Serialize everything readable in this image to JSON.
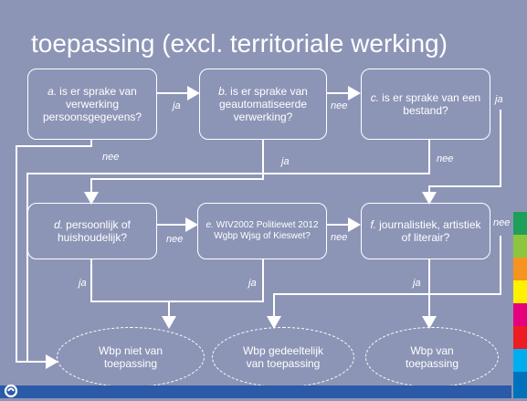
{
  "slide": {
    "title": "toepassing (excl. territoriale werking)"
  },
  "boxes": {
    "a": {
      "letter": "a.",
      "text": "is er sprake van verwerking persoonsgegevens?"
    },
    "b": {
      "letter": "b.",
      "text": "is er sprake van geautomatiseerde verwerking?"
    },
    "c": {
      "letter": "c.",
      "text": "is er sprake van een bestand?"
    },
    "d": {
      "letter": "d.",
      "text": "persoonlijk of huishoudelijk?"
    },
    "e": {
      "letter": "e.",
      "text": "WIV2002 Politiewet 2012 Wgbp Wjsg of Kieswet?"
    },
    "f": {
      "letter": "f.",
      "text": "journalistiek, artistiek of literair?"
    }
  },
  "outcomes": {
    "not_applicable": "Wbp niet van toepassing",
    "partly_applicable": "Wbp gedeeltelijk van toepassing",
    "applicable": "Wbp van toepassing"
  },
  "labels": {
    "ja": "ja",
    "nee": "nee"
  },
  "colors": {
    "background": "#8d95b6",
    "footer_bar": "#2a5aa8",
    "stripes": [
      "#1e9f5a",
      "#8cc63f",
      "#f7941d",
      "#fff200",
      "#e6007e",
      "#ed1c24",
      "#00aeef",
      "#0072bc"
    ]
  }
}
